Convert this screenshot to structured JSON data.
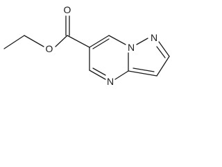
{
  "molecule": {
    "atoms": {
      "carbonyl_oxygen": "O",
      "ester_oxygen": "O",
      "bridgehead_nitrogen": "N",
      "pyrazole_nitrogen": "N",
      "pyrimidine_nitrogen": "N"
    },
    "colors": {
      "bond": "#1a1a1a",
      "label": "#1a1a1a",
      "background": "#ffffff"
    }
  }
}
